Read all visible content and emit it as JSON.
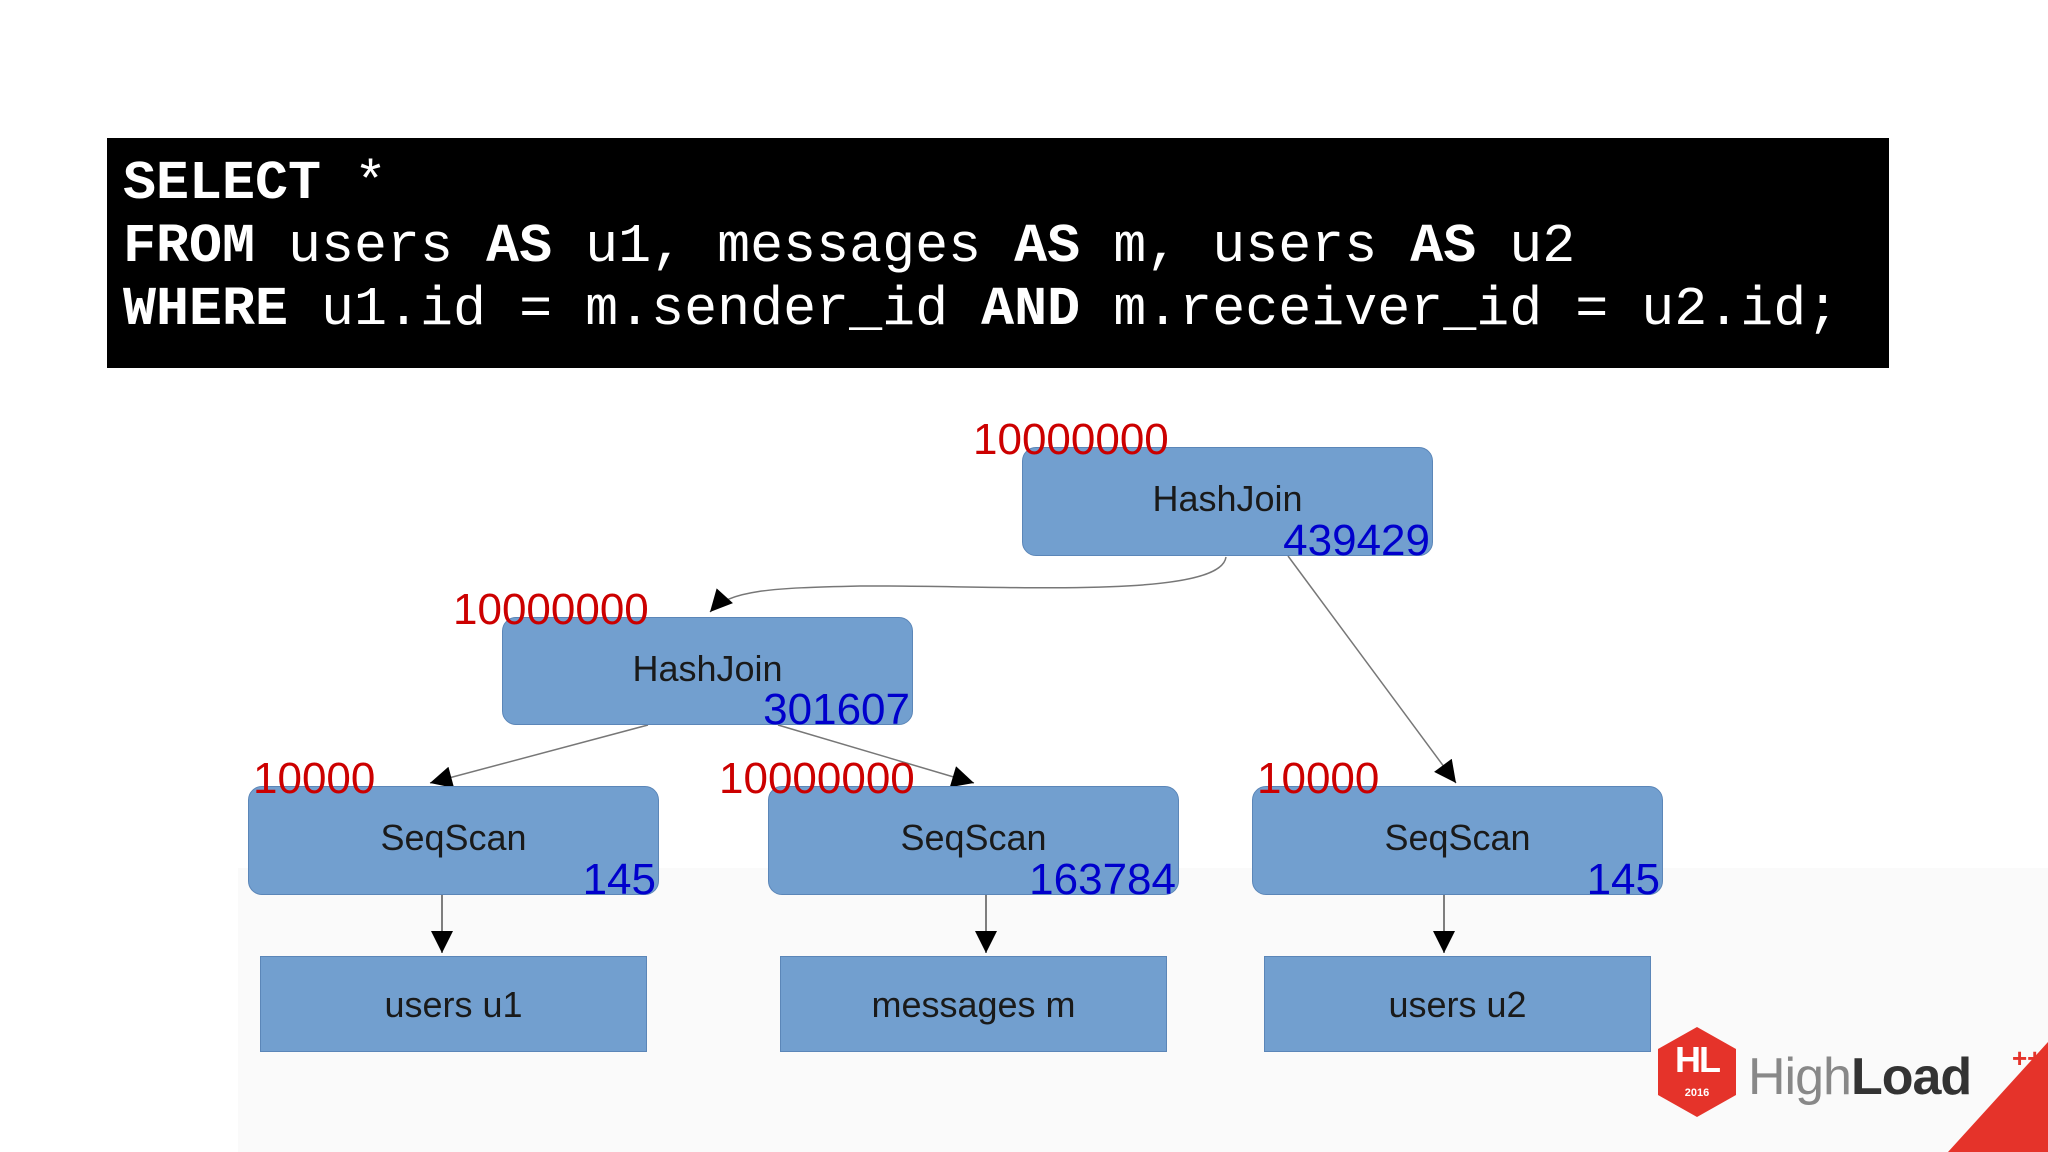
{
  "sql": {
    "line1": [
      "SELECT",
      " *"
    ],
    "line2": [
      "FROM",
      " users ",
      "AS",
      " u1, messages ",
      "AS",
      " m, users ",
      "AS",
      " u2"
    ],
    "line3": [
      "WHERE",
      " u1.id = m.sender_id ",
      "AND",
      " m.receiver_id = u2.id;"
    ]
  },
  "plan": {
    "root": {
      "label": "HashJoin",
      "estimated": "10000000",
      "actual": "439429"
    },
    "inner_join": {
      "label": "HashJoin",
      "estimated": "10000000",
      "actual": "301607"
    },
    "scan_u1": {
      "label": "SeqScan",
      "estimated": "10000",
      "actual": "145"
    },
    "scan_m": {
      "label": "SeqScan",
      "estimated": "10000000",
      "actual": "163784"
    },
    "scan_u2": {
      "label": "SeqScan",
      "estimated": "10000",
      "actual": "145"
    },
    "table_u1": "users u1",
    "table_m": "messages m",
    "table_u2": "users u2"
  },
  "colors": {
    "node_fill": "#729fcf",
    "estimated_rows": "#cc0000",
    "actual_rows": "#0000cc",
    "brand_red": "#e5332a"
  },
  "logo": {
    "badge": "HL",
    "year": "2016",
    "word_light": "High",
    "word_bold": "Load",
    "suffix": "++"
  }
}
